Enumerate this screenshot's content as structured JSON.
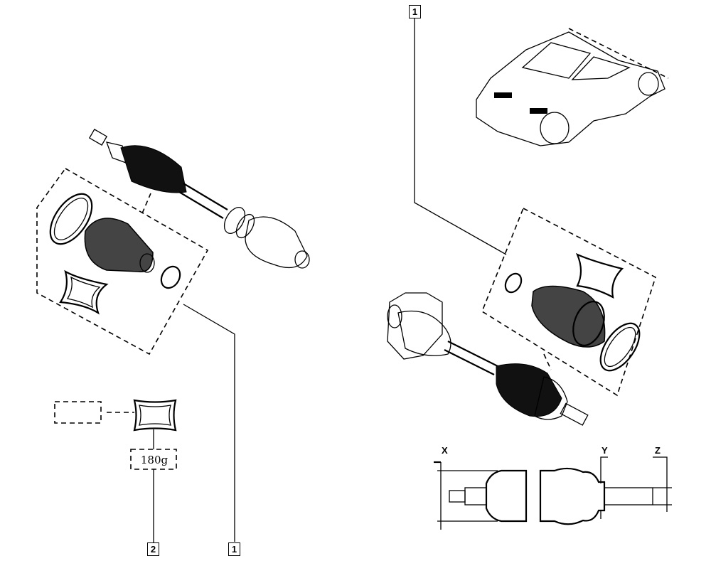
{
  "callouts": {
    "top_right": "1",
    "bottom_left_shaft": "1",
    "bottom_grease": "2"
  },
  "grease": {
    "quantity": "180g"
  },
  "dimensions": {
    "x_label": "X",
    "y_label": "Y",
    "z_label": "Z"
  },
  "colors": {
    "ink": "#000000",
    "background": "#ffffff"
  }
}
